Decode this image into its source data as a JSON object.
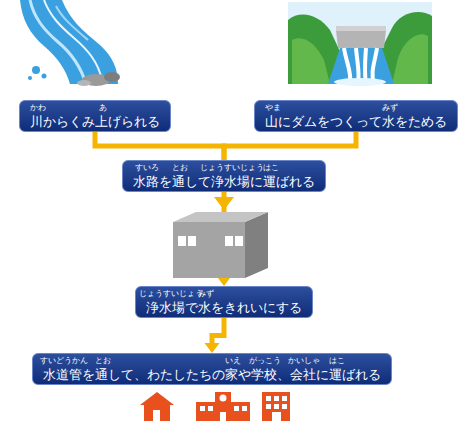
{
  "diagram": {
    "nodes": [
      {
        "text": [
          "川からくみ上げられる",
          "かわ",
          "あ"
        ]
      },
      {
        "text": [
          "山にダムをつくって水をためる",
          "やま",
          "みず"
        ]
      },
      {
        "text": [
          "水路を通して浄水場に運ばれる",
          "すいろ",
          "とお",
          "じょうすいじょう",
          "はこ"
        ]
      },
      {
        "text": [
          "浄水場で水をきれいにする",
          "じょうすいじょう",
          "みず"
        ]
      },
      {
        "text": [
          "水道管を通して、わたしたちの家や学校、会社に運ばれる",
          "すいどうかん",
          "とお",
          "いえ",
          "がっこう",
          "かいしゃ",
          "はこ"
        ]
      }
    ],
    "edges": [
      {
        "from": 0,
        "to": 2,
        "arrow": "none"
      },
      {
        "from": 1,
        "to": 2,
        "arrow": "none"
      },
      {
        "from": 2,
        "to": 3,
        "arrow": "to"
      },
      {
        "from": 3,
        "to": 4,
        "arrow": "to"
      }
    ]
  }
}
